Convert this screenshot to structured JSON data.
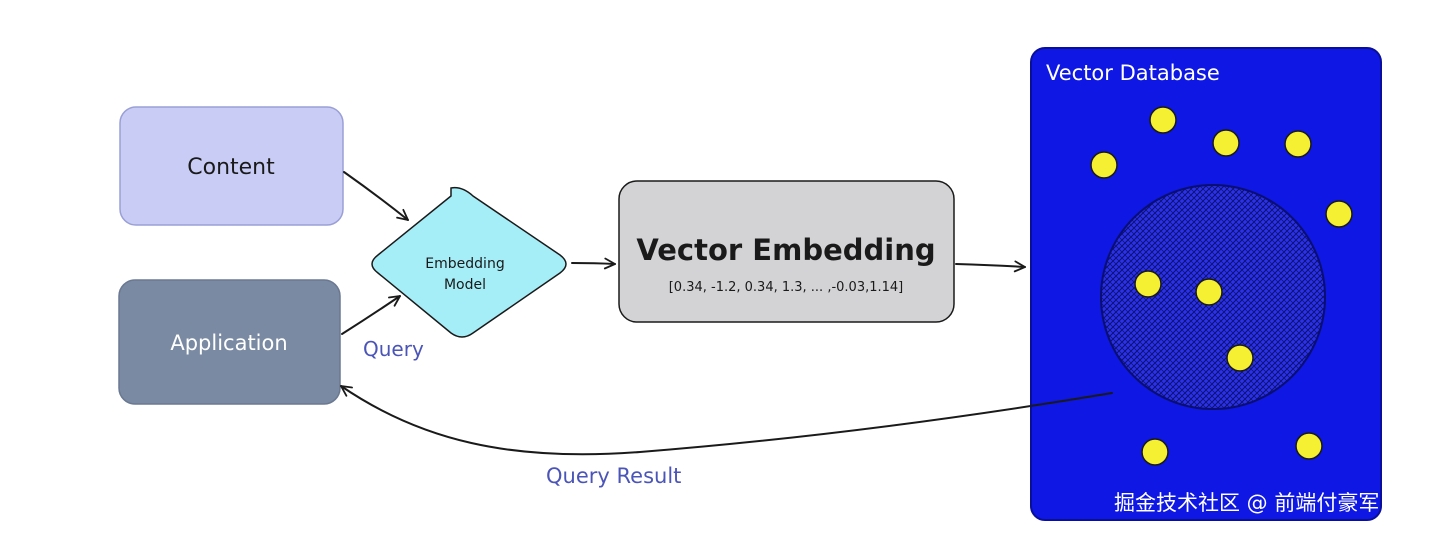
{
  "nodes": {
    "content": {
      "label": "Content",
      "fill": "#c9cdf5"
    },
    "application": {
      "label": "Application",
      "fill": "#7a8aa3"
    },
    "embedding_model": {
      "label_line1": "Embedding",
      "label_line2": "Model",
      "fill": "#a5eef8"
    },
    "vector_embedding": {
      "title": "Vector Embedding",
      "vector": "[0.34, -1.2, 0.34, 1.3, ... ,-0.03,1.14]",
      "fill": "#d3d3d6"
    },
    "vector_database": {
      "label": "Vector Database",
      "fill": "#0e17e3"
    }
  },
  "edges": {
    "query": {
      "label": "Query",
      "color": "#4b55b8"
    },
    "query_result": {
      "label": "Query Result",
      "color": "#4b55b8"
    }
  },
  "points": {
    "fill": "#f5f032"
  },
  "watermark": {
    "text": "掘金技术社区 @ 前端付豪军"
  }
}
